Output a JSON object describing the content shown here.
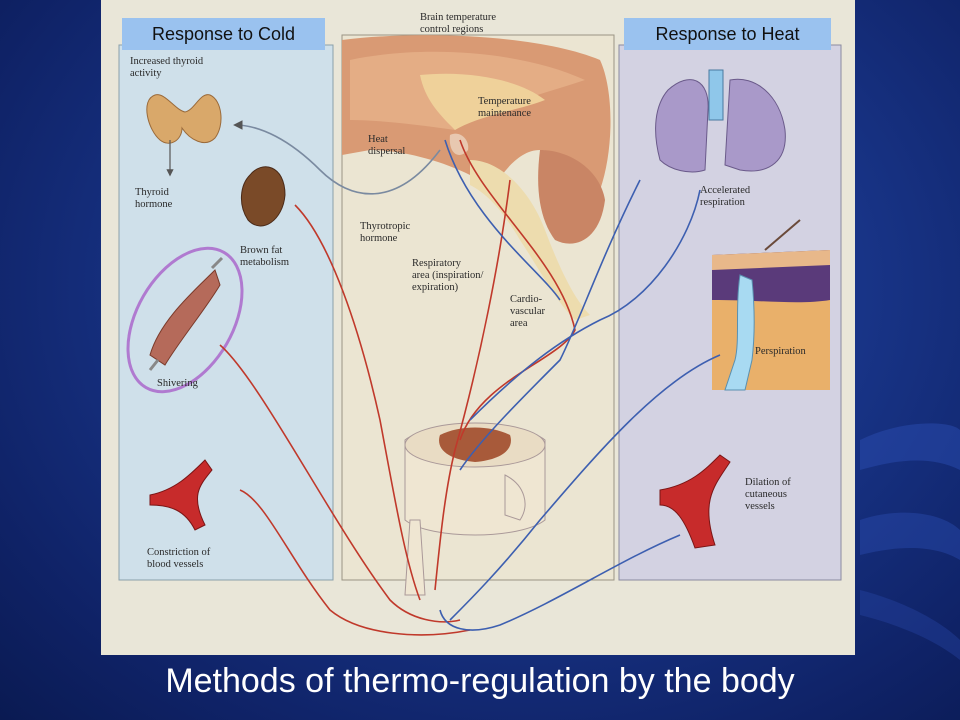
{
  "panels": {
    "cold_label": "Response to Cold",
    "heat_label": "Response to Heat"
  },
  "diagram_labels": {
    "brain_regions": [
      "Brain temperature",
      "control regions"
    ],
    "temperature_maintenance": [
      "Temperature",
      "maintenance"
    ],
    "heat_dispersal": [
      "Heat",
      "dispersal"
    ],
    "increased_thyroid": [
      "Increased thyroid",
      "activity"
    ],
    "thyroid_hormone": [
      "Thyroid",
      "hormone"
    ],
    "thyrotropic_hormone": [
      "Thyrotropic",
      "hormone"
    ],
    "brown_fat": [
      "Brown fat",
      "metabolism"
    ],
    "shivering": "Shivering",
    "constriction": [
      "Constriction of",
      "blood vessels"
    ],
    "respiratory_area": [
      "Respiratory",
      "area (inspiration/",
      "expiration)"
    ],
    "cardiovascular_area": [
      "Cardio-",
      "vascular",
      "area"
    ],
    "accelerated_respiration": [
      "Accelerated",
      "respiration"
    ],
    "perspiration": "Perspiration",
    "dilation": [
      "Dilation of",
      "cutaneous",
      "vessels"
    ]
  },
  "title": "Methods of thermo-regulation by the body",
  "colors": {
    "nerve_red": "#c0392b",
    "nerve_blue": "#3d5fb0",
    "cold_panel": "#cfe0ea",
    "heat_panel": "#d3d2e2",
    "highlight_circle": "#b07ad0",
    "label_bg": "#9ac2ef"
  }
}
